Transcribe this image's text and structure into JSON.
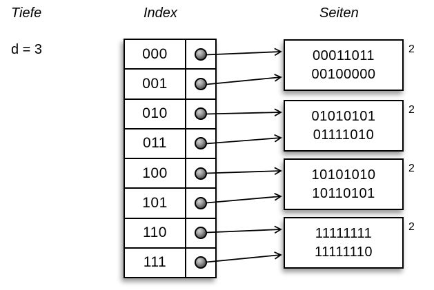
{
  "headers": {
    "depth_label": "Tiefe",
    "depth_value": "d = 3",
    "index_label": "Index",
    "pages_label": "Seiten"
  },
  "index_table": {
    "rows": [
      {
        "label": "000"
      },
      {
        "label": "001"
      },
      {
        "label": "010"
      },
      {
        "label": "011"
      },
      {
        "label": "100"
      },
      {
        "label": "101"
      },
      {
        "label": "110"
      },
      {
        "label": "111"
      }
    ]
  },
  "pages": [
    {
      "values": [
        "00011011",
        "00100000"
      ],
      "local_depth": "2"
    },
    {
      "values": [
        "01010101",
        "01111010"
      ],
      "local_depth": "2"
    },
    {
      "values": [
        "10101010",
        "10110101"
      ],
      "local_depth": "2"
    },
    {
      "values": [
        "11111111",
        "11111110"
      ],
      "local_depth": "2"
    }
  ],
  "links": [
    {
      "row": 0,
      "page": 0,
      "slot": 0
    },
    {
      "row": 1,
      "page": 0,
      "slot": 1
    },
    {
      "row": 2,
      "page": 1,
      "slot": 0
    },
    {
      "row": 3,
      "page": 1,
      "slot": 1
    },
    {
      "row": 4,
      "page": 2,
      "slot": 0
    },
    {
      "row": 5,
      "page": 2,
      "slot": 1
    },
    {
      "row": 6,
      "page": 3,
      "slot": 0
    },
    {
      "row": 7,
      "page": 3,
      "slot": 1
    }
  ],
  "colors": {
    "line": "#000000",
    "background": "#ffffff"
  }
}
